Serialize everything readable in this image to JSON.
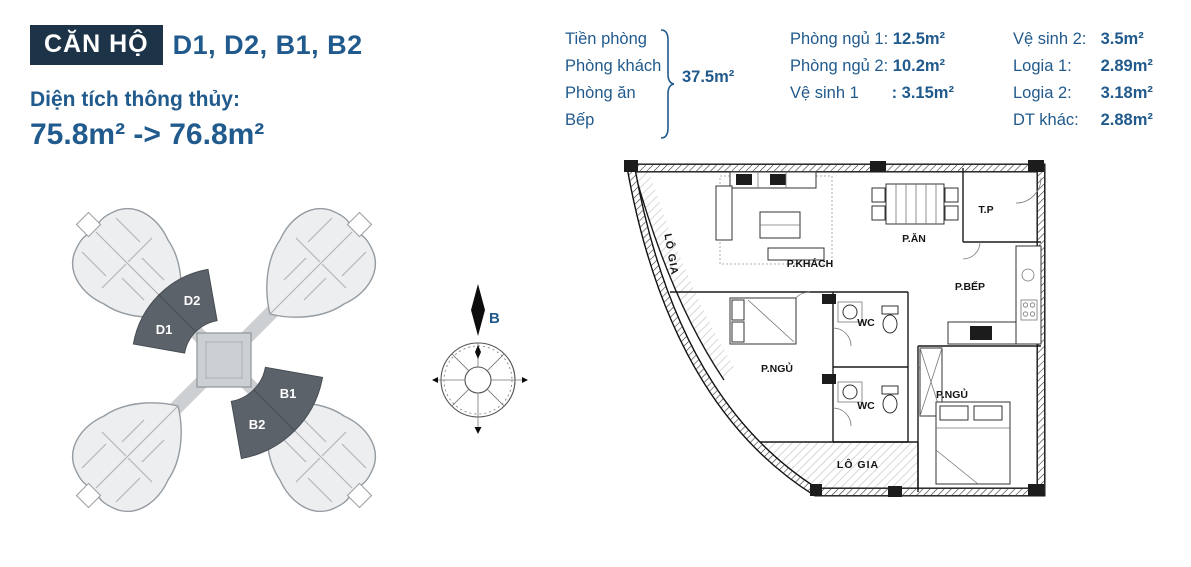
{
  "header": {
    "title_box": "CĂN HỘ",
    "title_units": "D1, D2, B1, B2",
    "area_label": "Diện tích thông thủy:",
    "area_range": "75.8m² -> 76.8m²"
  },
  "area_table": {
    "group": {
      "rooms": [
        "Tiền phòng",
        "Phòng khách",
        "Phòng ăn",
        "Bếp"
      ],
      "total": "37.5m²"
    },
    "col2": [
      {
        "label": "Phòng ngủ 1:",
        "value": "12.5m²"
      },
      {
        "label": "Phòng ngủ 2:",
        "value": "10.2m²"
      },
      {
        "label": "Vệ sinh 1",
        "value": ": 3.15m²"
      }
    ],
    "col3": [
      {
        "label": "Vệ sinh 2:",
        "value": "3.5m²"
      },
      {
        "label": "Logia 1:",
        "value": "2.89m²"
      },
      {
        "label": "Logia 2:",
        "value": "3.18m²"
      },
      {
        "label": "DT khác:",
        "value": "2.88m²"
      }
    ]
  },
  "site_plan": {
    "unit_d2": "D2",
    "unit_d1": "D1",
    "unit_b1": "B1",
    "unit_b2": "B2"
  },
  "compass": {
    "north_label": "B"
  },
  "floor_plan": {
    "logia_left": "LÔ GIA",
    "living": "P.KHÁCH",
    "dining": "P.ĂN",
    "tp": "T.P",
    "kitchen": "P.BẾP",
    "wc_top": "WC",
    "wc_bottom": "WC",
    "bedroom_left": "P.NGỦ",
    "bedroom_right": "P.NGỦ",
    "logia_bottom": "LÔ GIA"
  },
  "colors": {
    "accent": "#215a8c",
    "title_bg": "#1d3448",
    "wedge": "#5b6269"
  }
}
